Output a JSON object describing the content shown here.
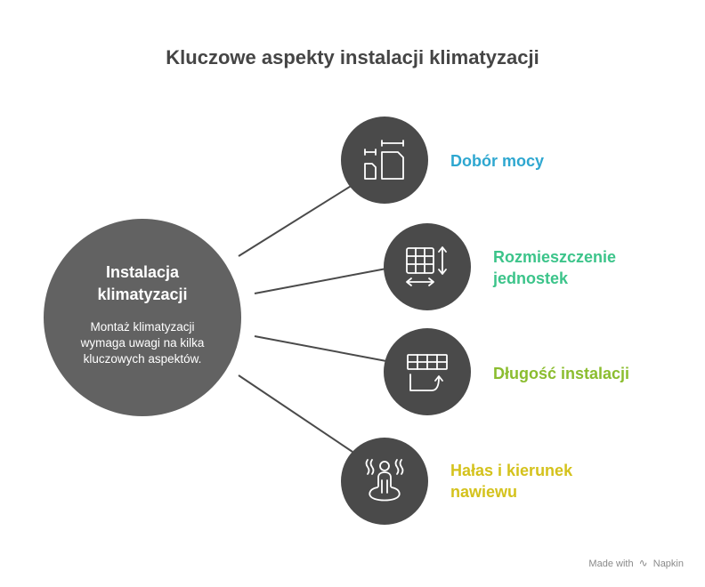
{
  "title": "Kluczowe aspekty instalacji klimatyzacji",
  "hub": {
    "title_line1": "Instalacja",
    "title_line2": "klimatyzacji",
    "description": "Montaż klimatyzacji wymaga uwagi na kilka kluczowych aspektów."
  },
  "aspects": [
    {
      "line1": "Dobór mocy",
      "line2": "",
      "color": "#2ea7d0",
      "icon": "size-comparison-icon"
    },
    {
      "line1": "Rozmieszczenie",
      "line2": "jednostek",
      "color": "#3cc48a",
      "icon": "grid-resize-icon"
    },
    {
      "line1": "Długość instalacji",
      "line2": "",
      "color": "#8bbd2f",
      "icon": "grid-arrow-icon"
    },
    {
      "line1": "Hałas i kierunek",
      "line2": "nawiewu",
      "color": "#d4c21c",
      "icon": "person-airflow-icon"
    }
  ],
  "footer": {
    "made_with": "Made with",
    "brand": "Napkin"
  }
}
